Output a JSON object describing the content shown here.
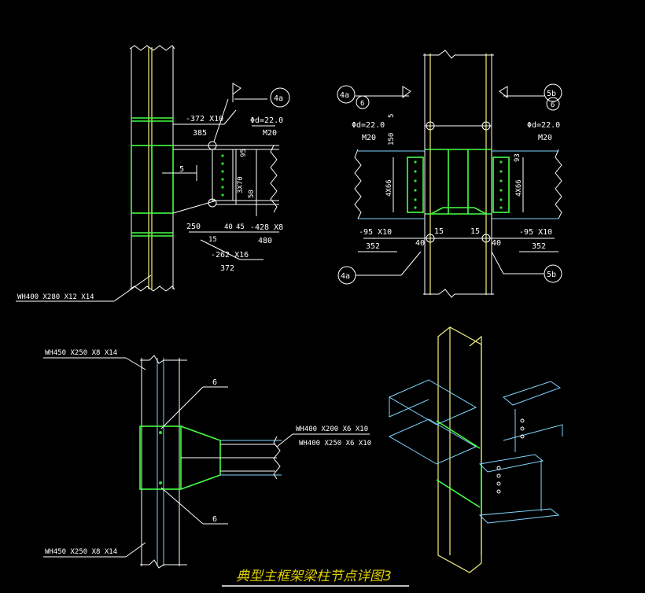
{
  "title": "典型主框架梁柱节点详图3",
  "colors": {
    "background": "#000000",
    "column": "#f2ee80",
    "beam": "#7fd6ff",
    "weld": "#44ff44",
    "text": "#ffffff",
    "title": "#e0d000"
  },
  "detail1": {
    "plate_top": "-372 X10",
    "plate_top_len": "385",
    "bolt_spec": "Φd=22.0",
    "bolt": "M20",
    "weld_size": "5",
    "bolt_rows": "3X70",
    "dim_95": "95",
    "dim_50": "50",
    "dim_250": "250",
    "dim_15": "15",
    "dim_45": "45",
    "dim_40": "40",
    "plate_web": "-428 X8",
    "plate_web_len": "480",
    "plate_bot": "-262 X16",
    "plate_bot_len": "372",
    "column": "WH400 X280 X12 X14",
    "callout": "4a"
  },
  "detail2": {
    "callout_left_top": "4a",
    "callout_left_sub": "6",
    "callout_right_top": "5b",
    "callout_right_sub": "6",
    "callout_left_bot": "4a",
    "callout_right_bot": "5b",
    "bolt_spec_l": "Φd=22.0",
    "bolt_l": "M20",
    "bolt_spec_r": "Φd=22.0",
    "bolt_r": "M20",
    "bolt_rows_l": "4X66",
    "bolt_rows_r": "4X66",
    "dim_150": "150",
    "dim_93": "93",
    "dim_5": "5",
    "dim_15a": "15",
    "dim_15b": "15",
    "dim_40a": "40",
    "dim_40b": "40",
    "plate_l": "-95 X10",
    "plate_l_len": "352",
    "plate_r": "-95 X10",
    "plate_r_len": "352"
  },
  "detail3": {
    "column_top": "WH450 X250 X8 X14",
    "column_bot": "WH450 X250 X8 X14",
    "beam_a": "WH400 X200 X6 X10",
    "beam_b": "WH400 X250 X6 X10",
    "weld_top": "6",
    "weld_bot": "6"
  }
}
